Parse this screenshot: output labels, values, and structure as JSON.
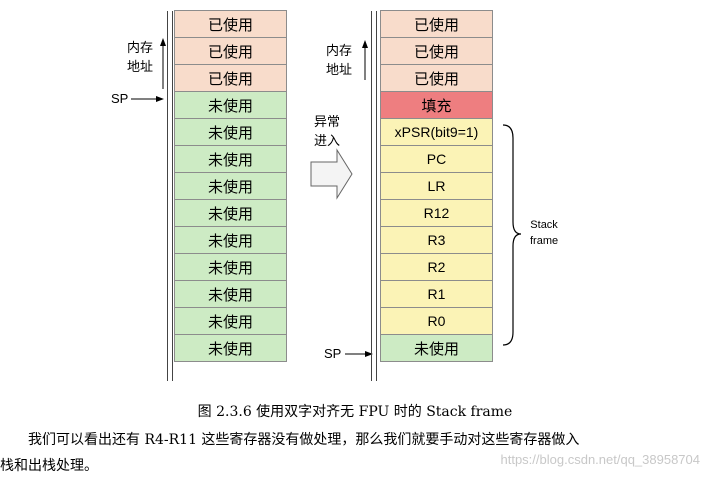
{
  "left_stack": {
    "cells": [
      "已使用",
      "已使用",
      "已使用",
      "未使用",
      "未使用",
      "未使用",
      "未使用",
      "未使用",
      "未使用",
      "未使用",
      "未使用",
      "未使用",
      "未使用"
    ],
    "kinds": [
      "used",
      "used",
      "used",
      "unused",
      "unused",
      "unused",
      "unused",
      "unused",
      "unused",
      "unused",
      "unused",
      "unused",
      "unused"
    ]
  },
  "right_stack": {
    "cells": [
      "已使用",
      "已使用",
      "已使用",
      "填充",
      "xPSR(bit9=1)",
      "PC",
      "LR",
      "R12",
      "R3",
      "R2",
      "R1",
      "R0",
      "未使用"
    ],
    "kinds": [
      "used",
      "used",
      "used",
      "fill",
      "frame",
      "frame",
      "frame",
      "frame",
      "frame",
      "frame",
      "frame",
      "frame",
      "unused"
    ]
  },
  "labels": {
    "address_line1": "内存",
    "address_line2": "地址",
    "sp": "SP",
    "exception_line1": "异常",
    "exception_line2": "进入",
    "stack_frame_line1": "Stack",
    "stack_frame_line2": "frame"
  },
  "colors": {
    "used": "#f8dccb",
    "unused": "#cdebc4",
    "fill": "#ee7e80",
    "frame": "#fbf3b6"
  },
  "caption": "图 2.3.6 使用双字对齐无 FPU 时的 Stack frame",
  "paragraph_line1": "我们可以看出还有 R4-R11 这些寄存器没有做处理，那么我们就要手动对这些寄存器做入",
  "paragraph_line2": "栈和出栈处理。",
  "watermark": "https://blog.csdn.net/qq_38958704"
}
